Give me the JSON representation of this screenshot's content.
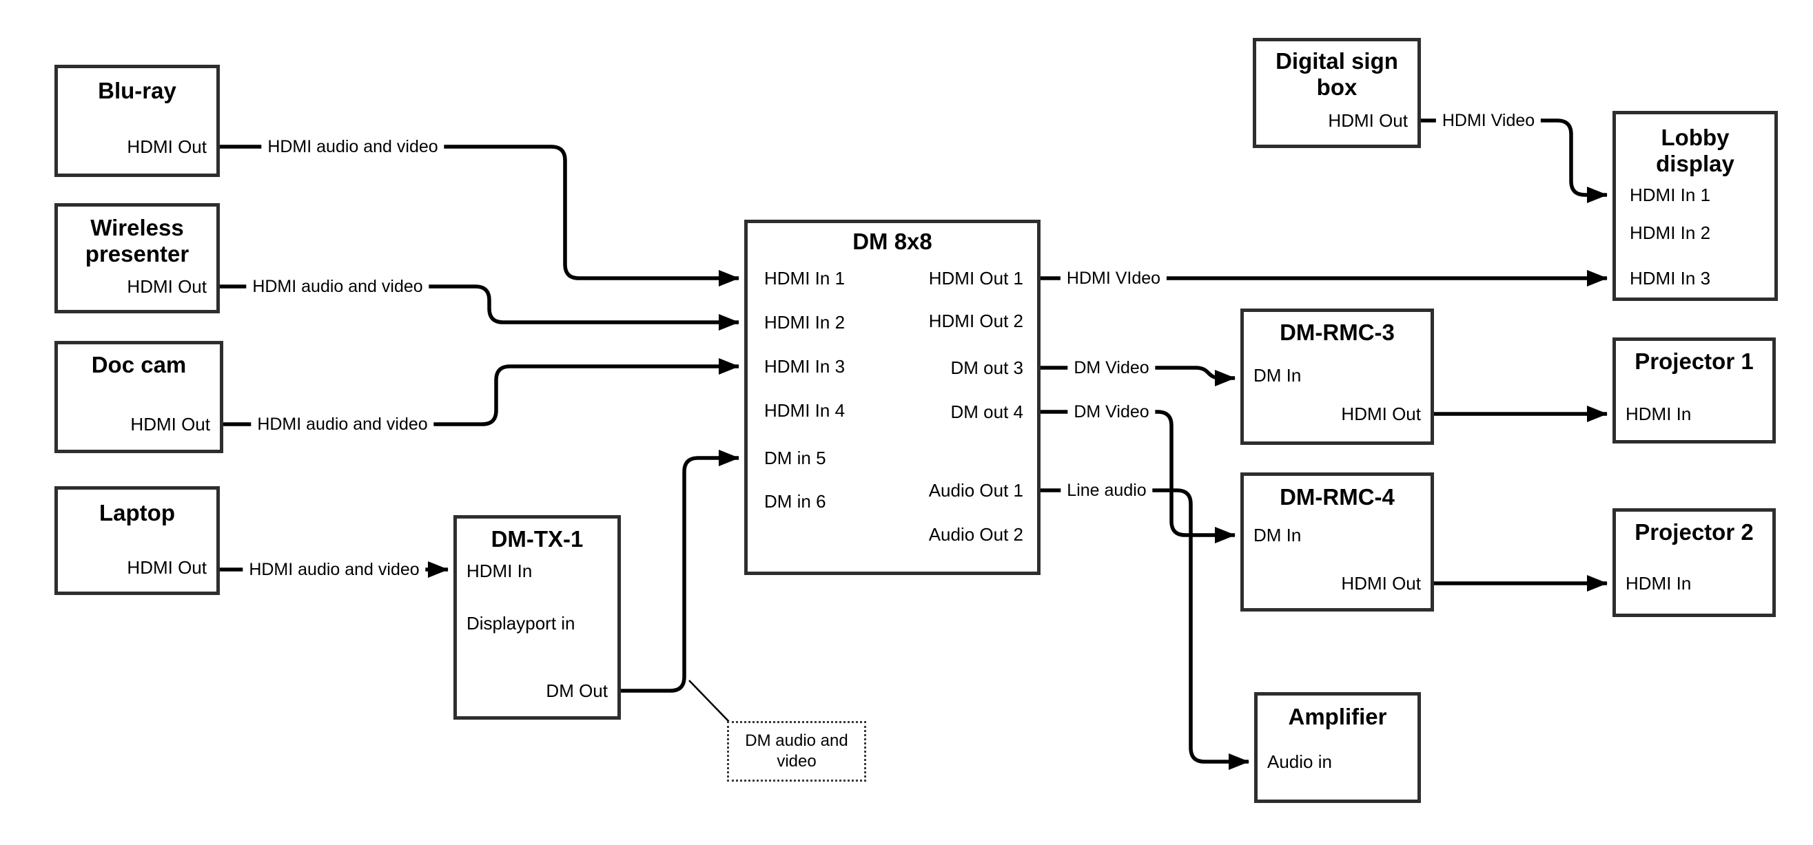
{
  "nodes": {
    "bluray": {
      "title": "Blu-ray",
      "ports": {
        "hdmi_out": "HDMI Out"
      }
    },
    "wireless": {
      "title_lines": [
        "Wireless",
        "presenter"
      ],
      "ports": {
        "hdmi_out": "HDMI Out"
      }
    },
    "doccam": {
      "title": "Doc cam",
      "ports": {
        "hdmi_out": "HDMI Out"
      }
    },
    "laptop": {
      "title": "Laptop",
      "ports": {
        "hdmi_out": "HDMI Out"
      }
    },
    "dmtx1": {
      "title": "DM-TX-1",
      "ports": {
        "hdmi_in": "HDMI In",
        "dp_in": "Displayport in",
        "dm_out": "DM Out"
      }
    },
    "dm8x8": {
      "title": "DM 8x8",
      "inputs": [
        "HDMI In 1",
        "HDMI In 2",
        "HDMI In 3",
        "HDMI In 4",
        "DM in 5",
        "DM in 6"
      ],
      "outputs": [
        "HDMI Out 1",
        "HDMI Out 2",
        "DM out 3",
        "DM out 4",
        "Audio Out 1",
        "Audio Out 2"
      ]
    },
    "digisign": {
      "title_lines": [
        "Digital sign",
        "box"
      ],
      "ports": {
        "hdmi_out": "HDMI Out"
      }
    },
    "lobby": {
      "title_lines": [
        "Lobby",
        "display"
      ],
      "inputs": [
        "HDMI In 1",
        "HDMI In 2",
        "HDMI In 3"
      ]
    },
    "rmc3": {
      "title": "DM-RMC-3",
      "ports": {
        "dm_in": "DM In",
        "hdmi_out": "HDMI Out"
      }
    },
    "proj1": {
      "title": "Projector 1",
      "ports": {
        "hdmi_in": "HDMI In"
      }
    },
    "rmc4": {
      "title": "DM-RMC-4",
      "ports": {
        "dm_in": "DM In",
        "hdmi_out": "HDMI Out"
      }
    },
    "proj2": {
      "title": "Projector 2",
      "ports": {
        "hdmi_in": "HDMI In"
      }
    },
    "amplifier": {
      "title": "Amplifier",
      "ports": {
        "audio_in": "Audio in"
      }
    }
  },
  "edges": {
    "bluray_dm8x8": {
      "label": "HDMI audio and video"
    },
    "wireless_dm8x8": {
      "label": "HDMI audio and video"
    },
    "doccam_dm8x8": {
      "label": "HDMI audio and video"
    },
    "laptop_dmtx1": {
      "label": "HDMI audio and video"
    },
    "dmtx1_dm8x8": {
      "callout_lines": [
        "DM audio and",
        "video"
      ]
    },
    "dm8x8_lobby": {
      "label": "HDMI VIdeo"
    },
    "digisign_lobby": {
      "label": "HDMI Video"
    },
    "dm8x8_rmc3": {
      "label": "DM Video"
    },
    "dm8x8_rmc4": {
      "label": "DM Video"
    },
    "dm8x8_amplifier": {
      "label": "Line audio"
    }
  },
  "colors": {
    "line": "#000000",
    "box_border": "#2e2e2e",
    "background": "#ffffff",
    "text": "#000000"
  }
}
